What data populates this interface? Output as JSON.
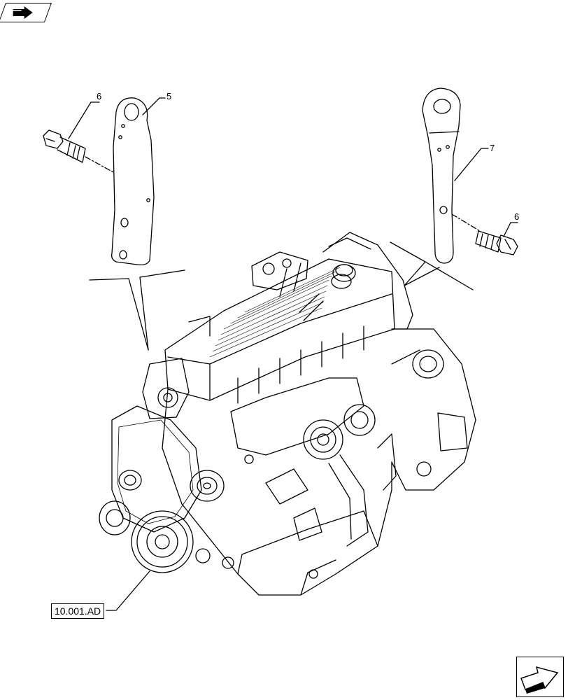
{
  "callouts": {
    "bolt_left": "6",
    "bracket_left": "5",
    "bracket_right": "7",
    "bolt_right": "6"
  },
  "reference": {
    "label": "10.001.AD"
  },
  "icons": {
    "top_left": "arrow-previous-icon",
    "bottom_right": "arrow-next-icon"
  }
}
